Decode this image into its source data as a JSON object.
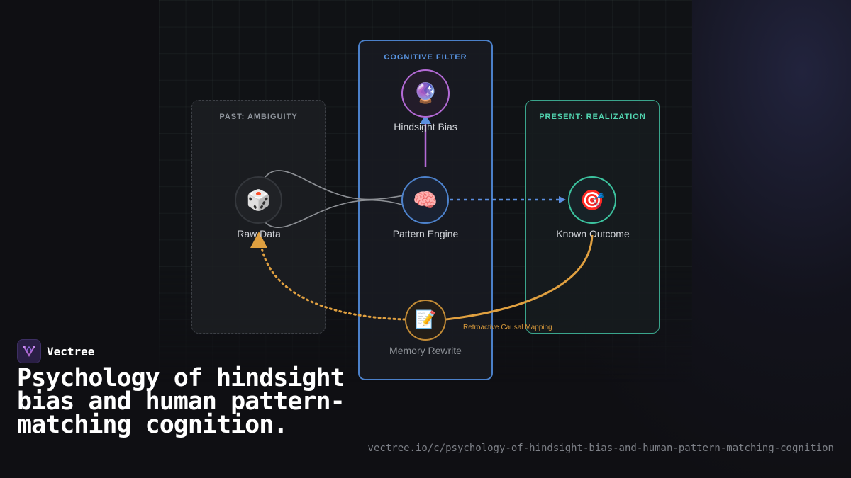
{
  "brand": {
    "name": "Vectree",
    "logo_icon": "vectree-logo-icon"
  },
  "title": "Psychology of hindsight bias and human pattern-matching cognition.",
  "url": "vectree.io/c/psychology-of-hindsight-bias-and-human-pattern-matching-cognition",
  "diagram": {
    "panels": {
      "past": "PAST: AMBIGUITY",
      "filter": "COGNITIVE FILTER",
      "present": "PRESENT: REALIZATION"
    },
    "nodes": {
      "raw_data": {
        "label": "Raw Data",
        "icon": "🎲",
        "icon_name": "dice-icon"
      },
      "pattern_engine": {
        "label": "Pattern Engine",
        "icon": "🧠",
        "icon_name": "brain-icon"
      },
      "known_outcome": {
        "label": "Known Outcome",
        "icon": "🎯",
        "icon_name": "target-icon"
      },
      "hindsight_bias": {
        "label": "Hindsight Bias",
        "icon": "🔮",
        "icon_name": "crystal-ball-icon"
      },
      "memory_rewrite": {
        "label": "Memory Rewrite",
        "icon": "📝",
        "icon_name": "memo-icon"
      }
    },
    "edges": {
      "retroactive_label": "Retroactive Causal Mapping"
    },
    "colors": {
      "past_border": "#3d4046",
      "filter_border": "#4b80c9",
      "present_border": "#3aa58c",
      "bias_arrow": "#b46ad6",
      "dashed_blue": "#5b8fe0",
      "retro_orange": "#e0a040",
      "tangle_lines": "#8e9196"
    }
  }
}
